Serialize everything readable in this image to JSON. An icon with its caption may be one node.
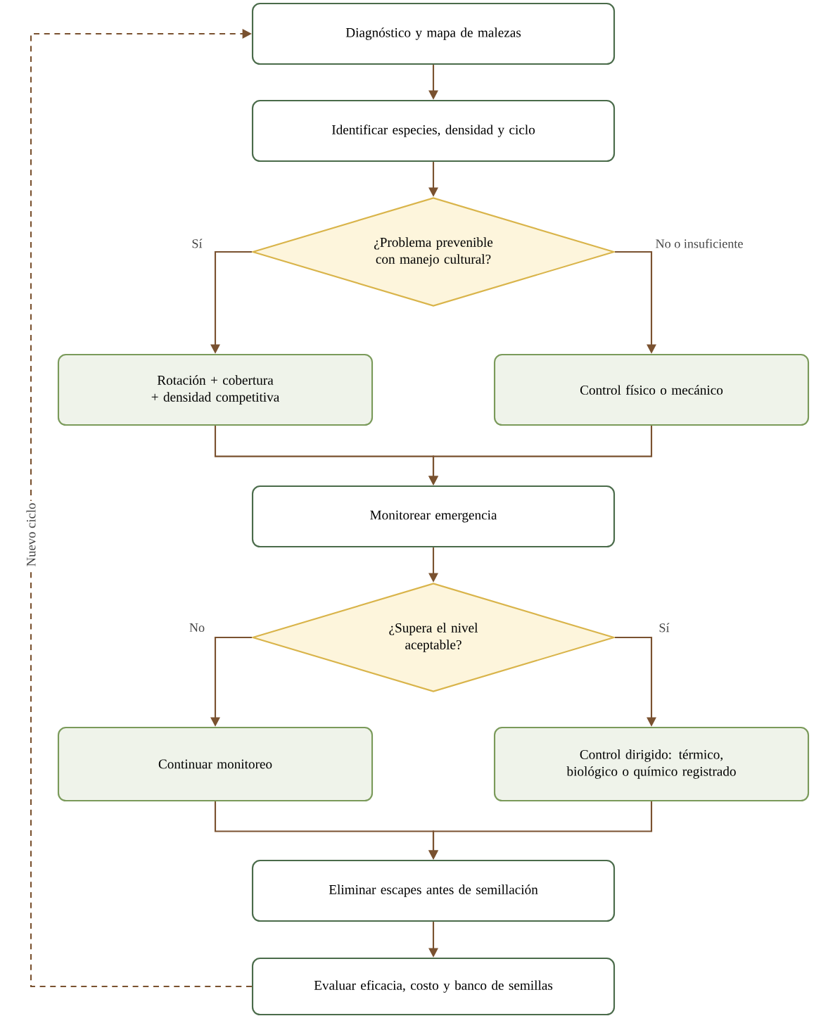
{
  "diagram": {
    "nodes": [
      {
        "text": [
          "Diagnóstico y mapa de malezas"
        ]
      },
      {
        "text": [
          "Identificar especies, densidad y ciclo"
        ]
      },
      {
        "text": [
          "¿Problema prevenible con manejo cultural?"
        ]
      },
      {
        "text": [
          "Rotación + cobertura + densidad competitiva"
        ]
      },
      {
        "text": [
          "Control físico o mecánico"
        ]
      },
      {
        "text": [
          "Monitorear emergencia"
        ]
      },
      {
        "text": [
          "¿Supera el nivel aceptable?"
        ]
      },
      {
        "text": [
          "Continuar monitoreo"
        ]
      },
      {
        "text": [
          "Control dirigido: térmico, biológico o químico registrado"
        ]
      },
      {
        "text": [
          "Eliminar escapes antes de semillación"
        ]
      },
      {
        "text": [
          "Evaluar eficacia, costo y banco de semillas"
        ]
      }
    ],
    "edges": [
      {
        "from": 0,
        "to": 1,
        "arrow": "to"
      },
      {
        "from": 1,
        "to": 2,
        "arrow": "to"
      },
      {
        "from": 2,
        "to": 3,
        "arrow": "to",
        "label": "Sí"
      },
      {
        "from": 2,
        "to": 4,
        "arrow": "to",
        "label": "No o insuficiente"
      },
      {
        "from": 3,
        "to": 5,
        "arrow": "to"
      },
      {
        "from": 4,
        "to": 5,
        "arrow": "to"
      },
      {
        "from": 5,
        "to": 6,
        "arrow": "to"
      },
      {
        "from": 6,
        "to": 7,
        "arrow": "to",
        "label": "No"
      },
      {
        "from": 6,
        "to": 8,
        "arrow": "to",
        "label": "Sí"
      },
      {
        "from": 7,
        "to": 9,
        "arrow": "to"
      },
      {
        "from": 8,
        "to": 9,
        "arrow": "to"
      },
      {
        "from": 9,
        "to": 10,
        "arrow": "to"
      },
      {
        "from": 10,
        "to": 0,
        "arrow": "to",
        "style": "dashed",
        "label": "Nuevo ciclo"
      }
    ]
  }
}
